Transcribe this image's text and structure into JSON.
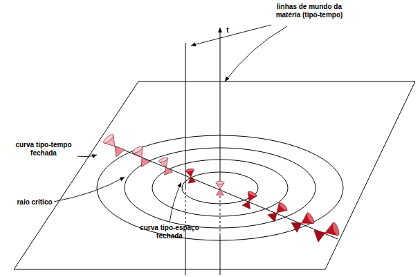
{
  "diagram": {
    "labels": [
      "linhas de mundo da matéria (tipo-tempo)",
      "t",
      "curva tipo-tempo fechada",
      "raio crítico",
      "curva tipo-espaço fechada"
    ]
  }
}
